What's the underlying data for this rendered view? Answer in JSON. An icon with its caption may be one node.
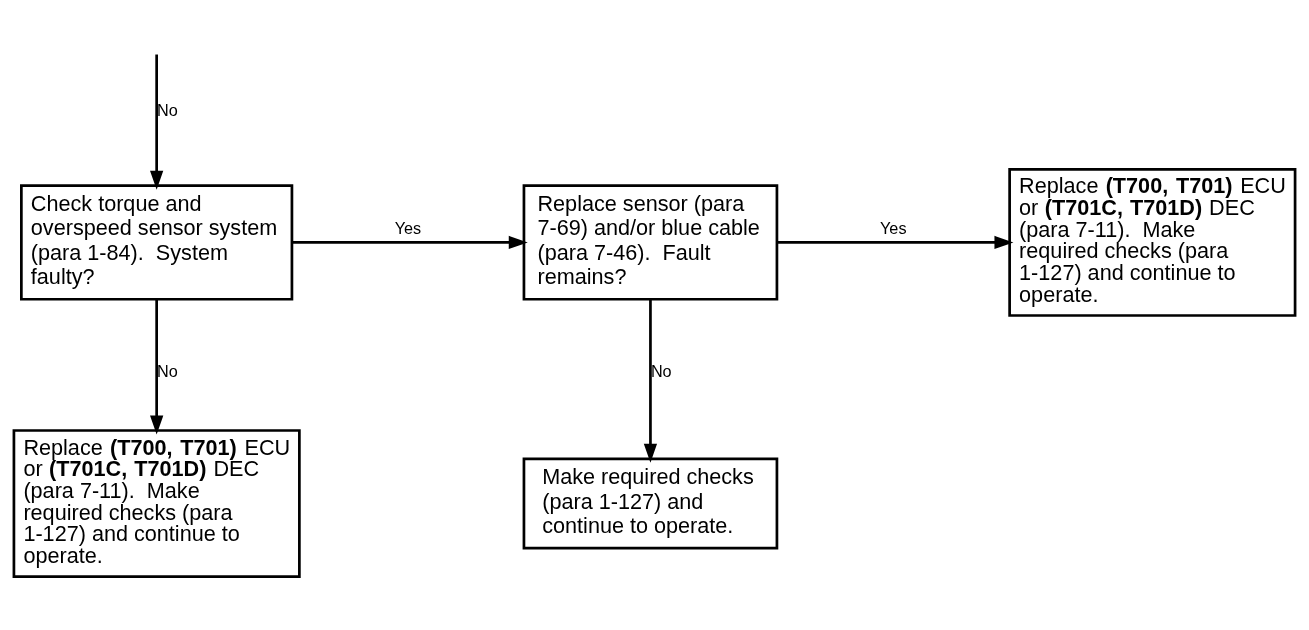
{
  "diagram": {
    "nodes": [
      {
        "text": [
          "Check torque and overspeed sensor system (para 1-84).  System faulty?"
        ]
      },
      {
        "text": [
          "Replace sensor (para 7-69) and/or blue cable (para 7-46).  Fault remains?"
        ]
      },
      {
        "text": [
          "Replace **(T700, T701)** ECU or **(T701C, T701D)** DEC (para 7-11).  Make required checks (para 1-127) and continue to operate."
        ]
      },
      {
        "text": [
          "Replace **(T700, T701)** ECU or **(T701C, T701D)** DEC (para 7-11).  Make required checks (para 1-127) and continue to operate."
        ]
      },
      {
        "text": [
          "Make required checks (para 1-127) and continue to operate."
        ]
      }
    ],
    "edges": [
      {
        "from": null,
        "to": 0,
        "arrow": "to",
        "label": "No"
      },
      {
        "from": 0,
        "to": 1,
        "arrow": "to",
        "label": "Yes"
      },
      {
        "from": 1,
        "to": 2,
        "arrow": "to",
        "label": "Yes"
      },
      {
        "from": 0,
        "to": 3,
        "arrow": "to",
        "label": "No"
      },
      {
        "from": 1,
        "to": 4,
        "arrow": "to",
        "label": "No"
      }
    ]
  }
}
